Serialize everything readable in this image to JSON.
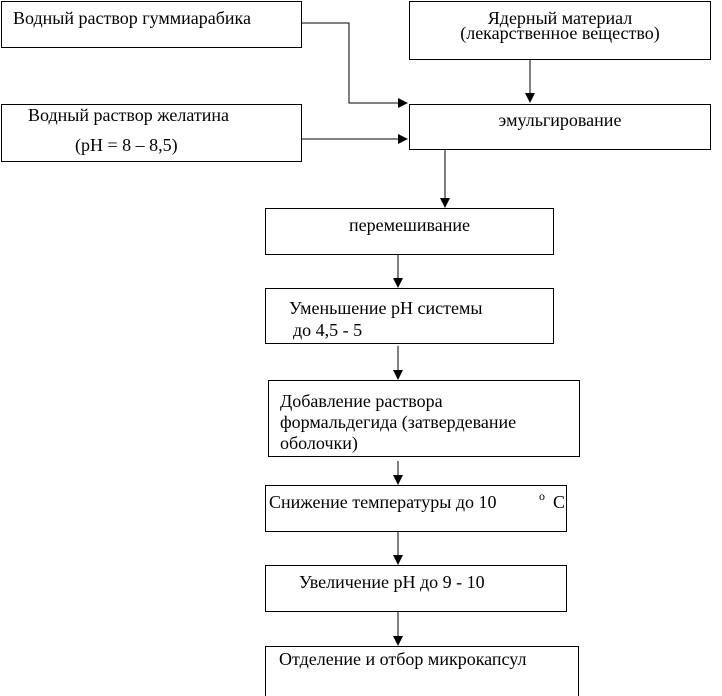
{
  "flowchart": {
    "gum_arabic": {
      "label": "Водный раствор гуммиарабика"
    },
    "core_material": {
      "line1": "Ядерный материал",
      "line2": "(лекарственное вещество)"
    },
    "gelatin": {
      "line1": "Водный раствор желатина",
      "line2": "(pH = 8  – 8,5)"
    },
    "emulsification": {
      "label": "эмульгирование"
    },
    "mixing": {
      "label": "перемешивание"
    },
    "ph_decrease": {
      "line1": "Уменьшение pH системы",
      "line2": "до  4,5 - 5"
    },
    "formaldehyde": {
      "line1": "Добавление раствора",
      "line2": "формальдегида (затвердевание",
      "line3": "оболочки)"
    },
    "cooling": {
      "text": "Снижение температуры до 10",
      "degree": "о",
      "unit": "С"
    },
    "ph_increase": {
      "label": "Увеличение pH до 9 - 10"
    },
    "separation": {
      "label": "Отделение и отбор микрокапсул"
    }
  }
}
